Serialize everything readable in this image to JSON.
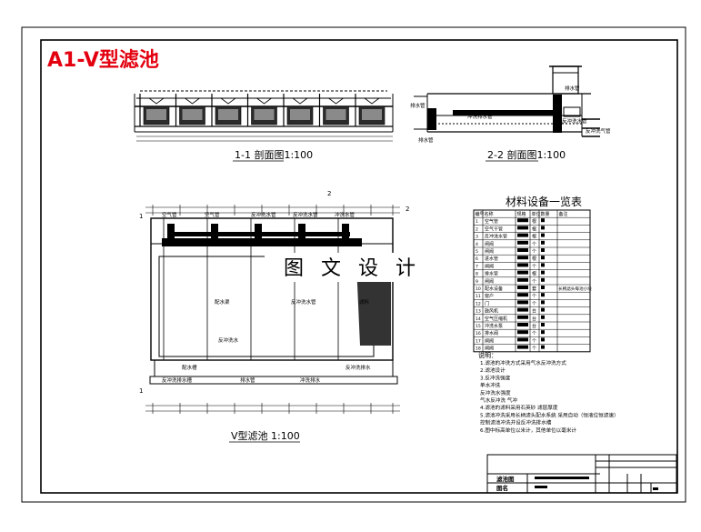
{
  "title": "A1-V型滤池",
  "views": {
    "section_1": "1-1 剖面图1:100",
    "section_2": "2-2 剖面图1:100",
    "plan": "V型滤池 1:100"
  },
  "section_2_labels": [
    "排水管",
    "冲洗排水管",
    "反冲洗水管",
    "排水管",
    "反冲洗气管",
    "排水管"
  ],
  "plan_labels": {
    "top_pipes": [
      "空气管",
      "空气管",
      "反冲洗水管",
      "反冲洗水管",
      "冲洗水管"
    ],
    "inside": [
      "配水渠",
      "反冲洗水",
      "反冲洗水管",
      "滤料"
    ],
    "bottom": [
      "配水槽",
      "排水管",
      "冲洗排水",
      "反冲洗排水槽",
      "反冲洗排水"
    ]
  },
  "materials": {
    "title": "材料设备一览表",
    "headers": [
      "编号",
      "名称",
      "规格",
      "单位",
      "数量",
      "备注"
    ],
    "rows": [
      {
        "no": "1",
        "name": "空气管",
        "unit": "根",
        "note": ""
      },
      {
        "no": "2",
        "name": "空气干管",
        "unit": "根",
        "note": ""
      },
      {
        "no": "3",
        "name": "反冲洗水管",
        "unit": "根",
        "note": ""
      },
      {
        "no": "4",
        "name": "闸阀",
        "unit": "个",
        "note": ""
      },
      {
        "no": "5",
        "name": "闸阀",
        "unit": "个",
        "note": ""
      },
      {
        "no": "6",
        "name": "进水管",
        "unit": "根",
        "note": ""
      },
      {
        "no": "7",
        "name": "闸阀",
        "unit": "个",
        "note": ""
      },
      {
        "no": "8",
        "name": "排水管",
        "unit": "根",
        "note": ""
      },
      {
        "no": "9",
        "name": "闸阀",
        "unit": "个",
        "note": ""
      },
      {
        "no": "10",
        "name": "配水设备",
        "unit": "套",
        "note": "长柄滤头每池小块"
      },
      {
        "no": "11",
        "name": "窗户",
        "unit": "个",
        "note": ""
      },
      {
        "no": "12",
        "name": "门",
        "unit": "个",
        "note": ""
      },
      {
        "no": "13",
        "name": "鼓风机",
        "unit": "台",
        "note": ""
      },
      {
        "no": "14",
        "name": "空气压缩机",
        "unit": "台",
        "note": ""
      },
      {
        "no": "15",
        "name": "冲洗水泵",
        "unit": "台",
        "note": ""
      },
      {
        "no": "16",
        "name": "排水阀",
        "unit": "个",
        "note": ""
      },
      {
        "no": "17",
        "name": "闸阀",
        "unit": "个",
        "note": ""
      },
      {
        "no": "18",
        "name": "闸阀",
        "unit": "个",
        "note": ""
      }
    ]
  },
  "notes": {
    "heading": "说明：",
    "lines": [
      "1.滤池的冲洗方式采用气水反冲洗方式",
      "2.滤池设计",
      "3.反冲洗强度",
      "  单水冲洗",
      "  反冲洗水强度",
      "  气水反冲洗  气冲",
      "4.滤池的滤料采用石英砂  滤层厚度",
      "5.滤池冲洗采用长柄滤头配水系统  采用自动（恒液位恒滤速）",
      "  控制滤池冲洗并设反冲洗排水槽",
      "6.图中标高单位以米计，其他单位以毫米计"
    ]
  },
  "title_block": {
    "project": "滤池图",
    "drawing_name": "图名"
  },
  "watermark": "图 文 设 计"
}
